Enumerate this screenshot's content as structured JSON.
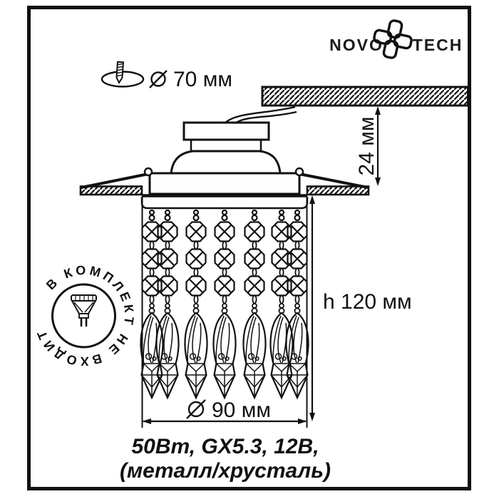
{
  "colors": {
    "ink": "#111111",
    "paper": "#ffffff"
  },
  "brand": {
    "wordmark_left": "NOVO",
    "wordmark_right": "TECH",
    "logo_icon": "pinwheel-flower"
  },
  "cutout": {
    "icon": "screw-through-hole",
    "diameter_symbol": "⌀",
    "value": "70 мм"
  },
  "dimensions": {
    "recess_depth": "24 мм",
    "overall_height": "h 120 мм",
    "body_diameter_symbol": "⌀",
    "body_diameter": "90 мм"
  },
  "stamp": {
    "circular_text": "В КОМПЛЕКТ НЕ ВХОДИТ",
    "icon": "mr16-halogen-lamp"
  },
  "specs": {
    "line1": "50Вт, GX5.3, 12В,",
    "line2": "(металл/хрусталь)"
  },
  "drawing": {
    "type": "technical-diagram",
    "subject": "recessed-crystal-spot-light",
    "strand_count": 7,
    "beads_per_strand": 3,
    "strand_x": [
      213,
      235,
      275,
      315,
      357,
      395,
      417
    ]
  }
}
